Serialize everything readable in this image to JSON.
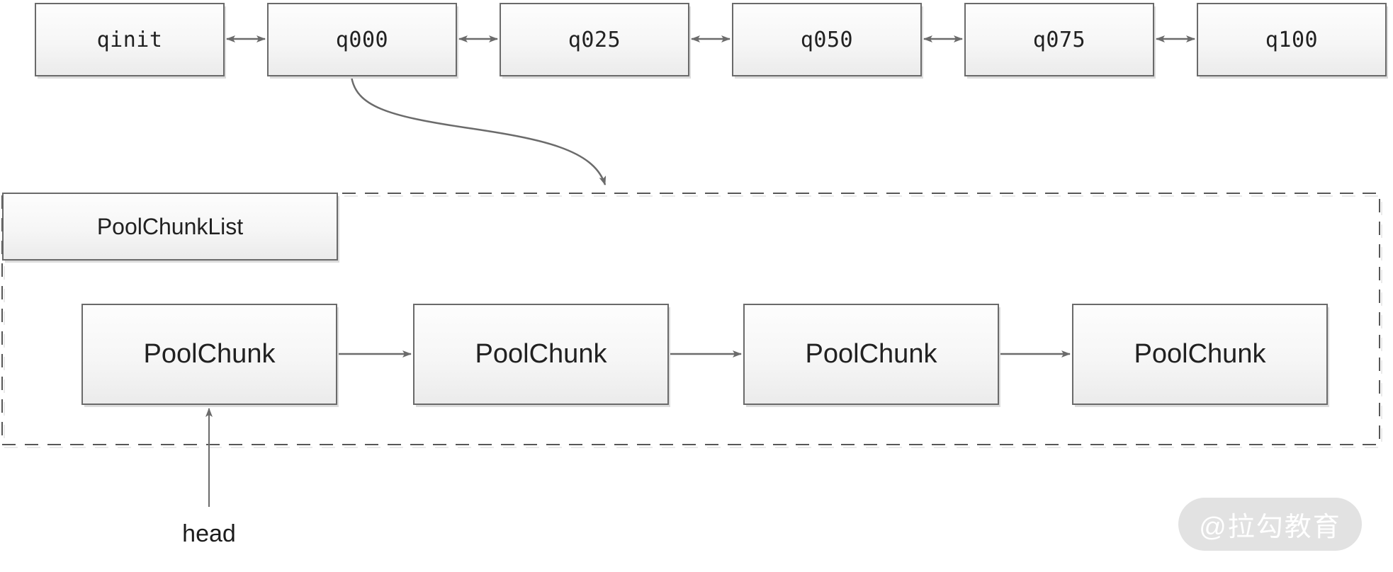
{
  "diagram": {
    "queue_row": {
      "boxes": [
        {
          "label": "qinit"
        },
        {
          "label": "q000"
        },
        {
          "label": "q025"
        },
        {
          "label": "q050"
        },
        {
          "label": "q075"
        },
        {
          "label": "q100"
        }
      ],
      "connector_style": "double-headed-arrow"
    },
    "pool_chunk_list": {
      "label": "PoolChunkList",
      "container_style": "dashed-rectangle",
      "chunks": [
        {
          "label": "PoolChunk"
        },
        {
          "label": "PoolChunk"
        },
        {
          "label": "PoolChunk"
        },
        {
          "label": "PoolChunk"
        }
      ],
      "chunk_connector_style": "single-arrow-right"
    },
    "head_pointer": {
      "label": "head"
    },
    "watermark": {
      "label": "@拉勾教育"
    },
    "colors": {
      "box_border": "#6a6a6a",
      "box_fill_top": "#fdfdfd",
      "box_fill_bottom": "#ebebeb",
      "box_shadow": "#dcdcdc",
      "arrow": "#6b6b6b",
      "dashed_border": "#575757",
      "text": "#212121",
      "watermark_bg": "#e2e2e2",
      "watermark_text": "#ffffff"
    }
  }
}
